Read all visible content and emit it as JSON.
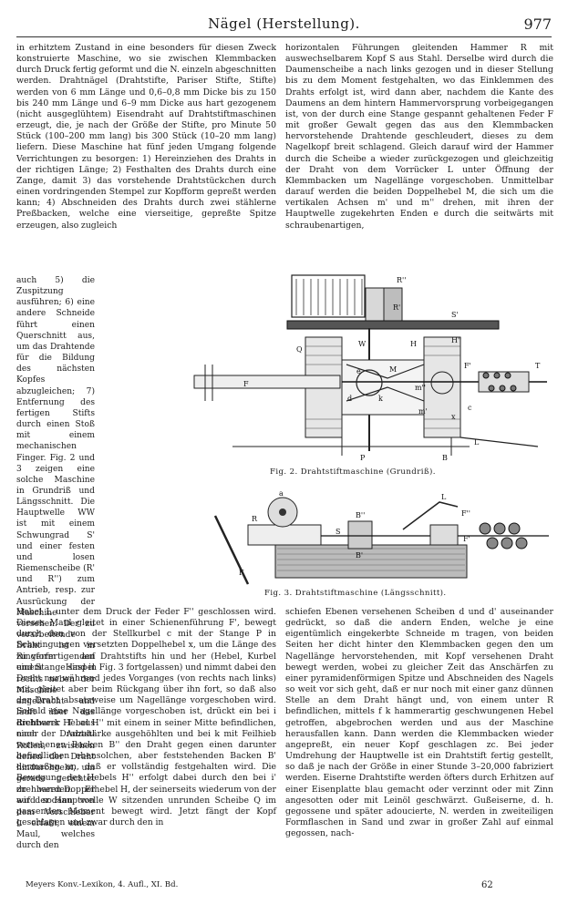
{
  "header": {
    "title": "Nägel (Herstellung).",
    "page_number": "977"
  },
  "left_column": [
    "in erhitztem Zustand in eine besonders für diesen Zweck konstruierte Maschine, wo sie zwischen Klemmbacken durch Druck fertig geformt und die N. einzeln abgeschnitten werden. Drahtnägel (Drahtstifte, Pariser Stifte, Stifte) werden von 6 mm Länge und 0,6–0,8 mm Dicke bis zu 150 bis 240 mm Länge und 6–9 mm Dicke aus hart gezogenem (nicht ausgeglühtem) Eisendraht auf Drahtstiftmaschinen erzeugt, die, je nach der Größe der Stifte, pro Minute 50 Stück (100–200 mm lang) bis 300 Stück (10–20 mm lang) liefern. Diese Maschine hat fünf jeden Umgang folgende Verrichtungen zu besorgen: 1) Hereinziehen des Drahts in der richtigen Länge; 2) Festhalten des Drahts durch eine Zange, damit 3) das vorstehende Drahtstückchen durch einen vordringenden Stempel zur Kopfform gepreßt werden kann; 4) Abschneiden des Drahts durch zwei stählerne Preßbacken, welche eine vierseitige, gepreßte Spitze erzeugen, also zugleich"
  ],
  "narrow_column": "auch 5) die Zuspitzung ausführen; 6) eine andere Schneide führt einen Querschnitt aus, um das Drahtende für die Bildung des nächsten Kopfes abzugleichen; 7) Entfernung des fertigen Stifts durch einen Stoß mit einem mechanischen Finger. Fig. 2 und 3 zeigen eine solche Maschine in Grundriß und Längsschnitt. Die Hauptwelle WW ist mit einem Schwungrad S' und einer festen und losen Riemenscheibe (R' und R'') zum Antrieb, resp. zur Ausrückung der Maschine versehen. Der zu verarbeitende Draht ist in Ringform auf einem Haspel rechts neben der Maschine angebracht und läuft über das Richtwerk T aus einer Anzahl Rollen, zwischen denen der Draht hindurchgeht, um gerade gerichtet zu werden. Er wird sodann von dem Vorschieber L erfaßt, einem Maul, welches durch den",
  "right_column_top": "horizontalen Führungen gleitenden Hammer R mit auswechselbarem Kopf S aus Stahl. Derselbe wird durch die Daumenscheibe a nach links gezogen und in dieser Stellung bis zu dem Moment festgehalten, wo das Einklemmen des Drahts erfolgt ist, wird dann aber, nachdem die Kante des Daumens an dem hintern Hammervorsprung vorbeigegangen ist, von der durch eine Stange gespannt gehaltenen Feder F mit großer Gewalt gegen das aus den Klemmbacken hervorstehende Drahtende geschleudert, dieses zu dem Nagelkopf breit schlagend. Gleich darauf wird der Hammer durch die Scheibe a wieder zurückgezogen und gleichzeitig der Draht von dem Vorrücker L unter Öffnung der Klemmbacken um Nagellänge vorgeschoben. Unmittelbar darauf werden die beiden Doppelhebel M, die sich um die vertikalen Achsen m' und m'' drehen, mit ihren der Hauptwelle zugekehrten Enden e durch die seitwärts mit schraubenartigen,",
  "bottom_left": "Hebel L unter dem Druck der Feder F'' geschlossen wird. Dieses Maul gleitet in einer Schienenführung F', bewegt durch den von der Stellkurbel c mit der Stange P in Schwingungen versetzten Doppelhebel x, um die Länge des zu verfertigenden Drahtstifts hin und her (Hebel, Kurbel und Stange sind in Fig. 3 fortgelassen) und nimmt dabei den Draht nur während jedes Vorganges (von rechts nach links) mit, gleitet aber beim Rückgang über ihn fort, so daß also der Draht absatzweise um Nagellänge vorgeschoben wird. Sobald eine Nagellänge vorgeschoben ist, drückt ein bei i drehbarer Hebel H'' mit einem in seiner Mitte befindlichen, nach der Drahtstärke ausgehöhlten und bei k mit Feilhieb versehenen Backen B'' den Draht gegen einen darunter befindlichen ebensolchen, aber feststehenden Backen B' dermaßen an, daß er vollständig festgehalten wird. Die Bewegung des Hebels H'' erfolgt dabei durch den bei i' drehbaren Doppelhebel H, der seinerseits wiederum von der auf der Hauptwelle W sitzenden unrunden Scheibe Q im passenden Moment bewegt wird. Jetzt fängt der Kopf geschlagen und zwar durch den in",
  "bottom_right": "schiefen Ebenen versehenen Scheiben d und d' auseinander gedrückt, so daß die andern Enden, welche je eine eigentümlich eingekerbte Schneide m tragen, von beiden Seiten her dicht hinter den Klemmbacken gegen den um Nagellänge hervorstehenden, mit Kopf versehenen Draht bewegt werden, wobei zu gleicher Zeit das Anschärfen zu einer pyramidenförmigen Spitze und Abschneiden des Nagels so weit vor sich geht, daß er nur noch mit einer ganz dünnen Stelle an dem Draht hängt und, von einem unter R befindlichen, mittels f k hammerartig geschwungenen Hebel getroffen, abgebrochen werden und aus der Maschine herausfallen kann. Dann werden die Klemmbacken wieder angepreßt, ein neuer Kopf geschlagen zc. Bei jeder Umdrehung der Hauptwelle ist ein Drahtstift fertig gestellt, so daß je nach der Größe in einer Stunde 3–20,000 fabriziert werden. Eiserne Drahtstifte werden öfters durch Erhitzen auf einer Eisenplatte blau gemacht oder verzinnt oder mit Zinn angesotten oder mit Leinöl geschwärzt. Gußeiserne, d. h. gegossene und später adoucierte, N. werden in zweiteiligen Formflaschen in Sand und zwar in großer Zahl auf einmal gegossen, nach-",
  "figures": {
    "fig2_caption": "Fig. 2. Drahtstiftmaschine (Grundriß).",
    "fig3_caption": "Fig. 3. Drahtstiftmaschine (Längsschnitt).",
    "fig2_labels": [
      "R''",
      "R'",
      "S'",
      "W",
      "H''",
      "H",
      "Q",
      "F'",
      "T",
      "F",
      "M",
      "m''",
      "e",
      "d",
      "k",
      "c",
      "x",
      "m'",
      "L",
      "P",
      "B"
    ],
    "fig3_labels": [
      "a",
      "R",
      "S",
      "B''",
      "B'",
      "L",
      "F''",
      "F",
      "F'"
    ]
  },
  "footer": {
    "left": "Meyers Konv.-Lexikon, 4. Aufl., XI. Bd.",
    "signature": "62"
  }
}
